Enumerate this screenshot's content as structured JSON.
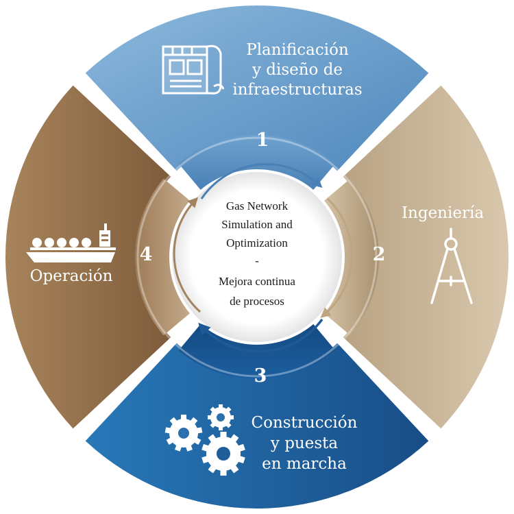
{
  "segments": [
    {
      "key": "planning",
      "number": "1",
      "label_lines": [
        "Planificación",
        "y diseño de",
        "infraestructuras"
      ],
      "icon": "blueprint-icon",
      "color": "#5f97c5"
    },
    {
      "key": "engineering",
      "number": "2",
      "label_lines": [
        "Ingeniería"
      ],
      "icon": "compass-icon",
      "color": "#c9b596"
    },
    {
      "key": "construction",
      "number": "3",
      "label_lines": [
        "Construcción",
        "y puesta",
        "en marcha"
      ],
      "icon": "gears-icon",
      "color": "#1f5d9a"
    },
    {
      "key": "operation",
      "number": "4",
      "label_lines": [
        "Operación"
      ],
      "icon": "tanker-ship-icon",
      "color": "#9a7551"
    }
  ],
  "center": {
    "lines": [
      "Gas Network",
      "Simulation and",
      "Optimization",
      "-",
      "Mejora continua",
      "de procesos"
    ]
  }
}
